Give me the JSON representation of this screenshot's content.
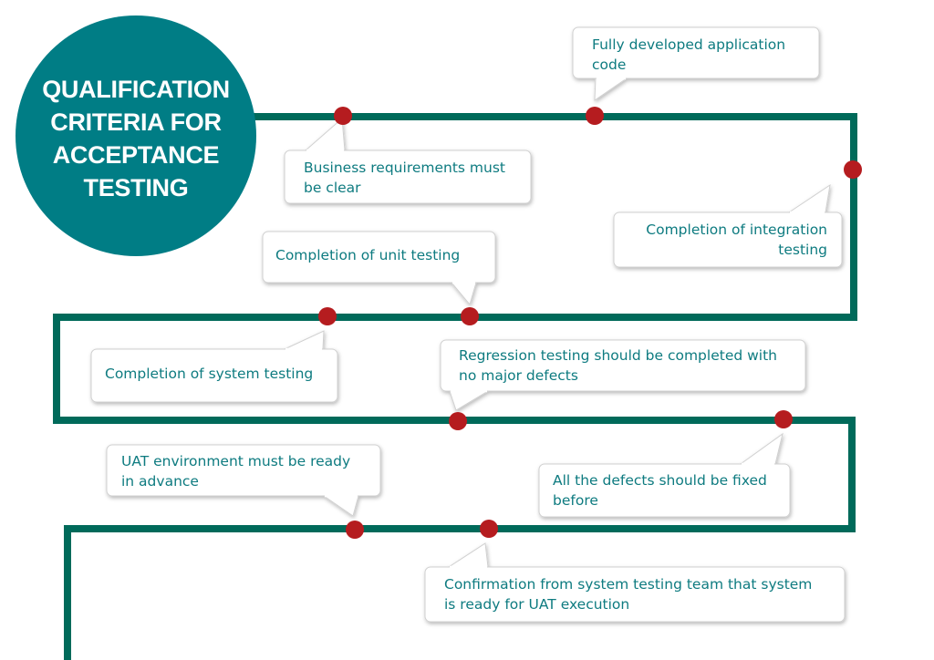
{
  "title": "QUALIFICATION\nCRITERIA FOR\nACCEPTANCE\nTESTING",
  "colors": {
    "circle": "#007d85",
    "path": "#006a5a",
    "dot": "#b51c1f",
    "text": "#0e7b80",
    "callout_bg": "#ffffff",
    "callout_border": "#d0d0d0"
  },
  "criteria": [
    {
      "id": "business-requirements",
      "text": "Business requirements must\nbe clear"
    },
    {
      "id": "application-code",
      "text": "Fully developed application\ncode"
    },
    {
      "id": "integration-testing",
      "text": "Completion of integration\ntesting"
    },
    {
      "id": "unit-testing",
      "text": "Completion of unit testing"
    },
    {
      "id": "system-testing",
      "text": "Completion of system testing"
    },
    {
      "id": "regression-testing",
      "text": "Regression testing should be completed with\nno major defects"
    },
    {
      "id": "defects-fixed",
      "text": "All the defects should be fixed\nbefore"
    },
    {
      "id": "uat-environment",
      "text": "UAT environment must be ready\nin advance"
    },
    {
      "id": "system-ready-confirmation",
      "text": "Confirmation from system testing team that system\nis ready for UAT execution"
    }
  ]
}
